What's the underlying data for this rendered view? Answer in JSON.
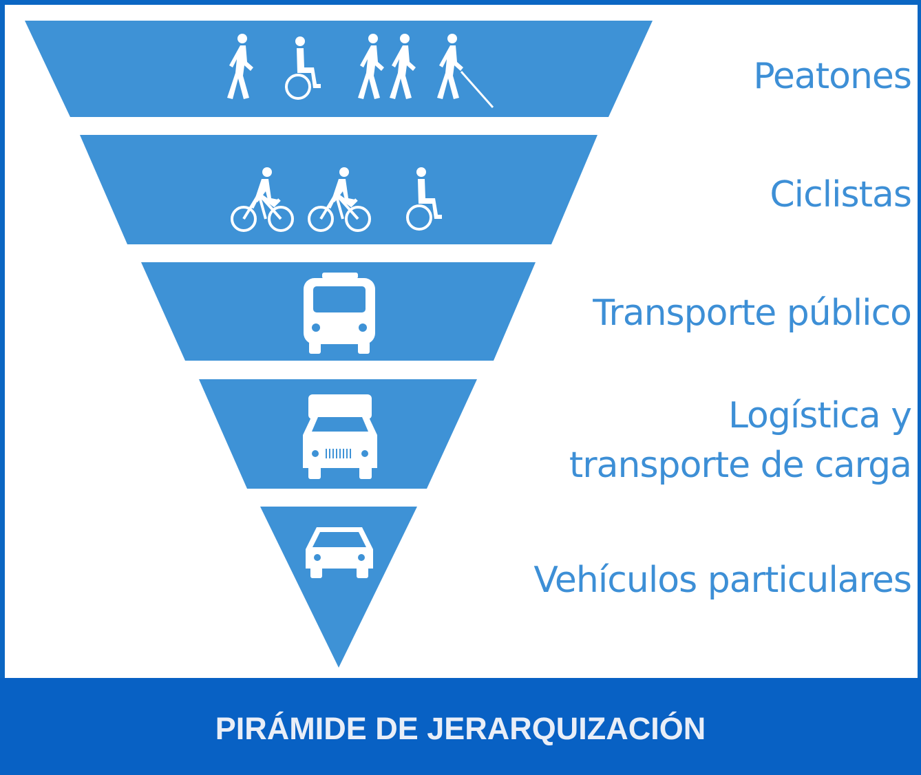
{
  "colors": {
    "frame": "#0b66c3",
    "band": "#3e92d6",
    "label": "#3d8fd6",
    "banner": "#0861c4",
    "icon": "#ffffff"
  },
  "levels": [
    {
      "label": "Peatones",
      "icons": [
        "pedestrian-icon",
        "wheelchair-user-icon",
        "people-walking-together-icon",
        "blind-person-cane-icon"
      ]
    },
    {
      "label": "Ciclistas",
      "icons": [
        "cyclist-icon",
        "cyclist-icon",
        "wheelchair-user-icon"
      ]
    },
    {
      "label": "Transporte público",
      "icons": [
        "bus-icon"
      ]
    },
    {
      "label_line1": "Logística y",
      "label_line2": "transporte de carga",
      "icons": [
        "truck-icon"
      ]
    },
    {
      "label": "Vehículos particulares",
      "icons": [
        "car-icon"
      ]
    }
  ],
  "banner": {
    "title": "PIRÁMIDE DE JERARQUIZACIÓN"
  }
}
